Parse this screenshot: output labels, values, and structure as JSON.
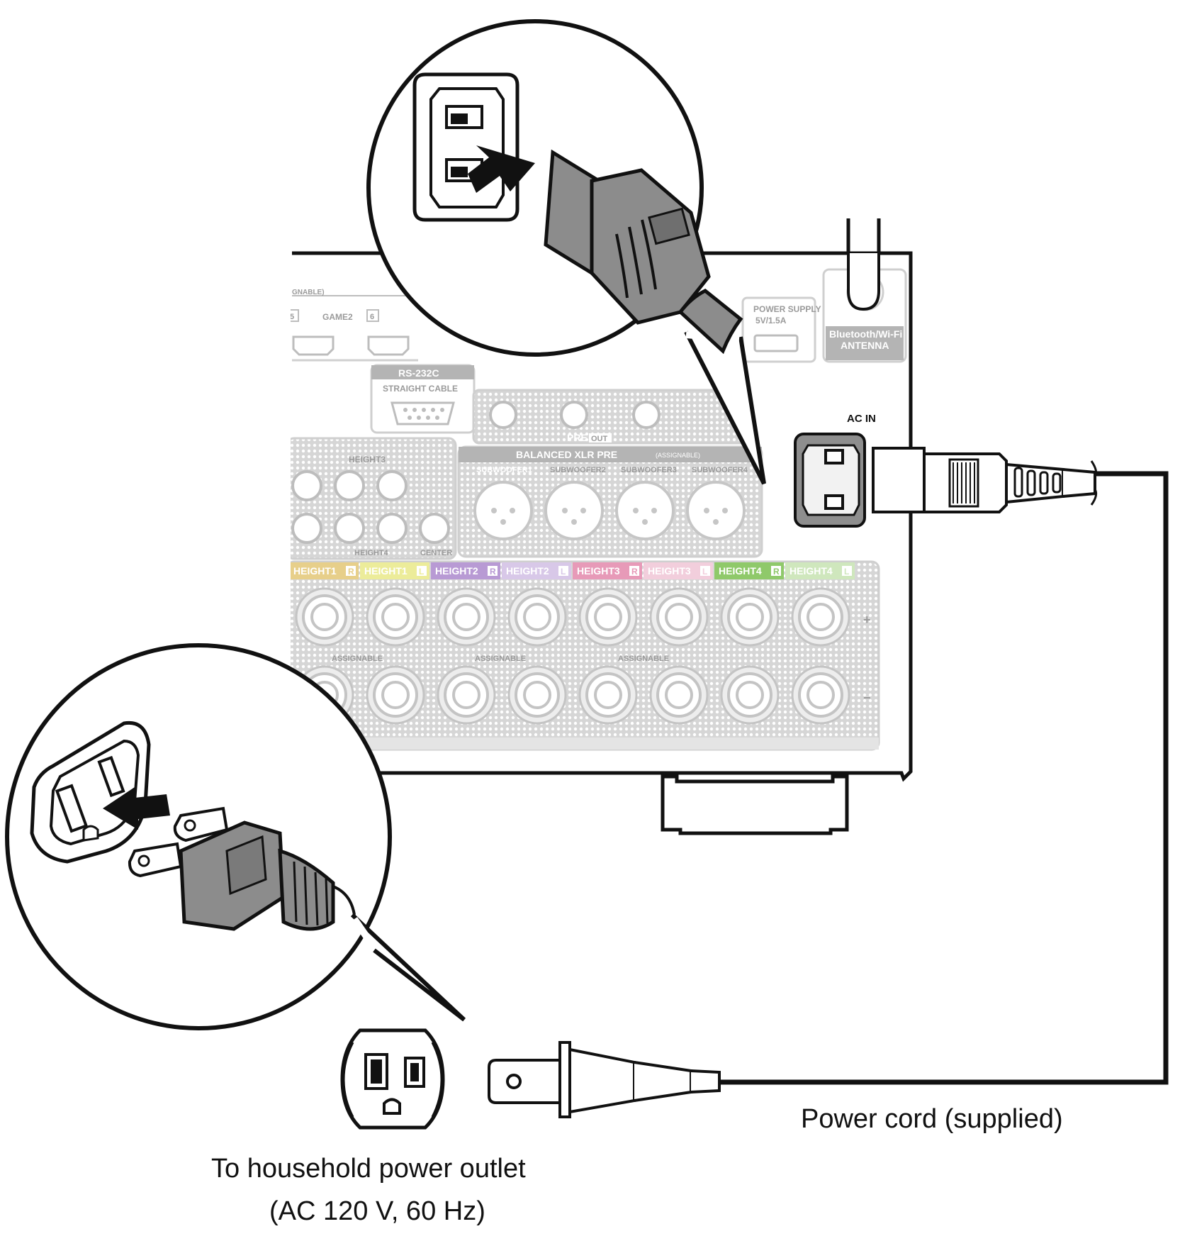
{
  "receiver": {
    "assignable_partial": "GNABLE)",
    "input_5": "5",
    "game2": "GAME2",
    "input_6": "6",
    "rs232c": "RS-232C",
    "straight_cable": "STRAIGHT CABLE",
    "power_supply": "POWER SUPPLY",
    "power_rating": "5V/1.5A",
    "antenna_line1": "Bluetooth/Wi-Fi",
    "antenna_line2": "ANTENNA",
    "ac_in": "AC IN",
    "pre_out": "PRE",
    "out_badge": "OUT",
    "balanced_xlr": "BALANCED XLR PRE",
    "balanced_assignable": "(ASSIGNABLE)",
    "subwoofer1": "SUBWOOFER1",
    "subwoofer2": "SUBWOOFER2",
    "subwoofer3": "SUBWOOFER3",
    "subwoofer4": "SUBWOOFER4",
    "height3": "HEIGHT3",
    "height4_small": "HEIGHT4",
    "center": "CENTER",
    "assignable": "ASSIGNABLE",
    "plus": "+",
    "minus": "−",
    "speaker_labels": [
      {
        "text": "HEIGHT1",
        "side": "R",
        "color": "#e7cf8a"
      },
      {
        "text": "HEIGHT1",
        "side": "L",
        "color": "#ecec9a"
      },
      {
        "text": "HEIGHT2",
        "side": "R",
        "color": "#b89ad4"
      },
      {
        "text": "HEIGHT2",
        "side": "L",
        "color": "#d8c8e8"
      },
      {
        "text": "HEIGHT3",
        "side": "R",
        "color": "#e79ab8"
      },
      {
        "text": "HEIGHT3",
        "side": "L",
        "color": "#f2cedc"
      },
      {
        "text": "HEIGHT4",
        "side": "R",
        "color": "#8fc96a"
      },
      {
        "text": "HEIGHT4",
        "side": "L",
        "color": "#cfe7bd"
      }
    ]
  },
  "captions": {
    "power_cord": "Power cord (supplied)",
    "outlet_line1": "To household power outlet",
    "outlet_line2": "(AC 120 V, 60 Hz)"
  },
  "colors": {
    "line": "#111111",
    "panel_gray": "#a8a8a8",
    "plug_gray": "#8c8c8c",
    "panel_light": "#e9e9e9"
  }
}
